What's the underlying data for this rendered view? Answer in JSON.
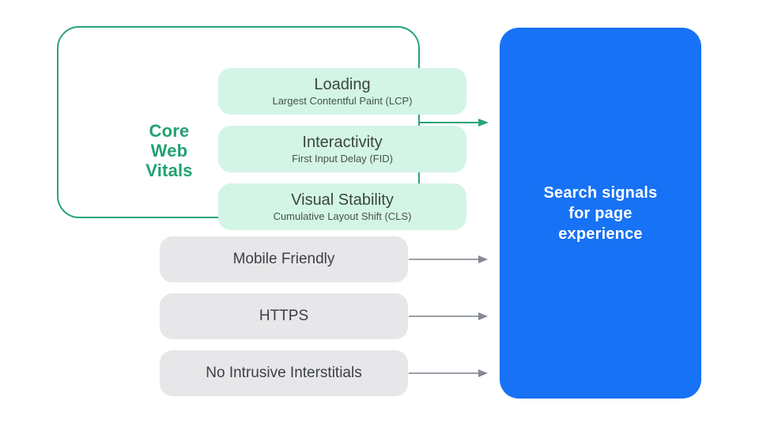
{
  "colors": {
    "green_accent": "#27A37A",
    "green_text": "#23A071",
    "green_light_box": "#D3F5E6",
    "blue_box": "#1772F5",
    "gray_box": "#E7E7E9",
    "dark_text": "#3C4043",
    "arrow_gray": "#9AA0A6",
    "white_text": "#FFFFFF"
  },
  "core_web_vitals": {
    "label_lines": [
      "Core",
      "Web",
      "Vitals"
    ],
    "metrics": [
      {
        "title": "Loading",
        "subtitle": "Largest Contentful Paint (LCP)"
      },
      {
        "title": "Interactivity",
        "subtitle": "First Input Delay (FID)"
      },
      {
        "title": "Visual Stability",
        "subtitle": "Cumulative Layout Shift (CLS)"
      }
    ]
  },
  "other_signals": [
    "Mobile Friendly",
    "HTTPS",
    "No Intrusive Interstitials"
  ],
  "result_box": {
    "label_lines": [
      "Search signals",
      "for page",
      "experience"
    ]
  }
}
